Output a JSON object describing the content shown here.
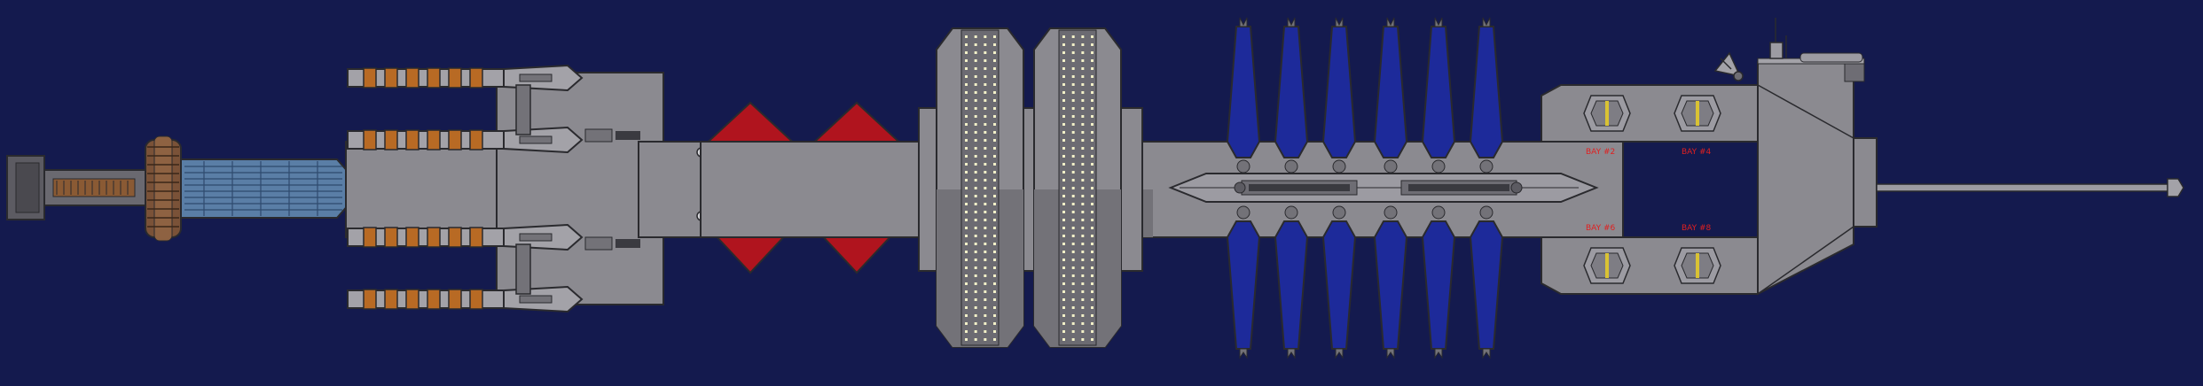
{
  "colors": {
    "background": "#141a4e",
    "hull": "#8b8a90",
    "hull_shadow": "#737278",
    "hull_light": "#a3a2a8",
    "outline": "#2a2a2e",
    "fin_blue": "#1d2a9a",
    "pod_red": "#b0141e",
    "engine_orange": "#b86a24",
    "drive_blue": "#5a7ea6",
    "reactor_brown": "#7a5238",
    "window_light": "#f2f0c8",
    "bay_label": "#e02020",
    "bay_hatch": "#d9c233"
  },
  "labels": {
    "bay_top_left": "BAY #2",
    "bay_top_right": "BAY #4",
    "bay_bottom_left": "BAY #6",
    "bay_bottom_right": "BAY #8"
  },
  "icons": {
    "radar_dish": "radar-dish-icon",
    "antenna": "antenna-icon"
  }
}
